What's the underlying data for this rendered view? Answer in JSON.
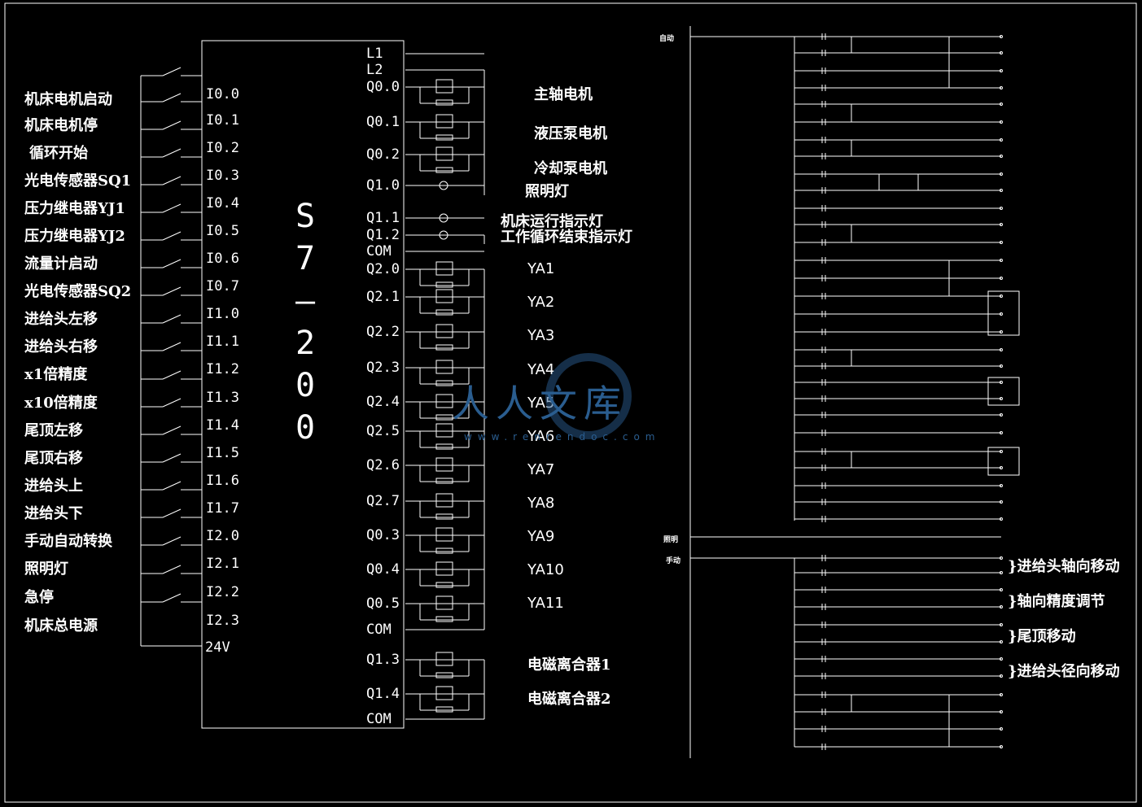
{
  "inputs": [
    {
      "label": "机床电机启动",
      "addr": "I0.0"
    },
    {
      "label": "机床电机停",
      "addr": "I0.1"
    },
    {
      "label": "循环开始",
      "addr": "I0.2"
    },
    {
      "label": "光电传感器SQ1",
      "addr": "I0.3"
    },
    {
      "label": "压力继电器YJ1",
      "addr": "I0.4"
    },
    {
      "label": "压力继电器YJ2",
      "addr": "I0.5"
    },
    {
      "label": "流量计启动",
      "addr": "I0.6"
    },
    {
      "label": "光电传感器SQ2",
      "addr": "I0.7"
    },
    {
      "label": "进给头左移",
      "addr": "I1.0"
    },
    {
      "label": "进给头右移",
      "addr": "I1.1"
    },
    {
      "label": "x1倍精度",
      "addr": "I1.2"
    },
    {
      "label": "x10倍精度",
      "addr": "I1.3"
    },
    {
      "label": "尾顶左移",
      "addr": "I1.4"
    },
    {
      "label": "尾顶右移",
      "addr": "I1.5"
    },
    {
      "label": "进给头上",
      "addr": "I1.6"
    },
    {
      "label": "进给头下",
      "addr": "I1.7"
    },
    {
      "label": "手动自动转换",
      "addr": "I2.0"
    },
    {
      "label": "照明灯",
      "addr": "I2.1"
    },
    {
      "label": "急停",
      "addr": "I2.2"
    },
    {
      "label": "机床总电源",
      "addr": "I2.3"
    }
  ],
  "supply_label": "24V",
  "plc_model": [
    "S",
    "7",
    "—",
    "2",
    "0",
    "0"
  ],
  "outputs": [
    {
      "addr": "L1"
    },
    {
      "addr": "L2"
    },
    {
      "addr": "Q0.0",
      "label": "主轴电机"
    },
    {
      "addr": "Q0.1",
      "label": "液压泵电机"
    },
    {
      "addr": "Q0.2",
      "label": "冷却泵电机"
    },
    {
      "addr": "Q1.0",
      "label": "照明灯"
    },
    {
      "addr": "Q1.1",
      "label": "机床运行指示灯"
    },
    {
      "addr": "Q1.2",
      "label": "工作循环结束指示灯"
    },
    {
      "addr": "COM"
    },
    {
      "addr": "Q2.0",
      "label": "YA1"
    },
    {
      "addr": "Q2.1",
      "label": "YA2"
    },
    {
      "addr": "Q2.2",
      "label": "YA3"
    },
    {
      "addr": "Q2.3",
      "label": "YA4"
    },
    {
      "addr": "Q2.4",
      "label": "YA5"
    },
    {
      "addr": "Q2.5",
      "label": "YA6"
    },
    {
      "addr": "Q2.6",
      "label": "YA7"
    },
    {
      "addr": "Q2.7",
      "label": "YA8"
    },
    {
      "addr": "Q0.3",
      "label": "YA9"
    },
    {
      "addr": "Q0.4",
      "label": "YA10"
    },
    {
      "addr": "Q0.5",
      "label": "YA11"
    },
    {
      "addr": "COM"
    },
    {
      "addr": "Q1.3",
      "label": "电磁离合器1"
    },
    {
      "addr": "Q1.4",
      "label": "电磁离合器2"
    },
    {
      "addr": "COM"
    }
  ],
  "ladder": {
    "auto_label": "自动",
    "light_label": "照明",
    "manual_label": "手动",
    "groups": [
      {
        "label": "}进给头轴向移动"
      },
      {
        "label": "}轴向精度调节"
      },
      {
        "label": "}尾顶移动"
      },
      {
        "label": "}进给头径向移动"
      }
    ]
  },
  "watermark": {
    "text": "人人文库",
    "url": "www.renrendoc.com",
    "color": "#2a5d8f"
  }
}
